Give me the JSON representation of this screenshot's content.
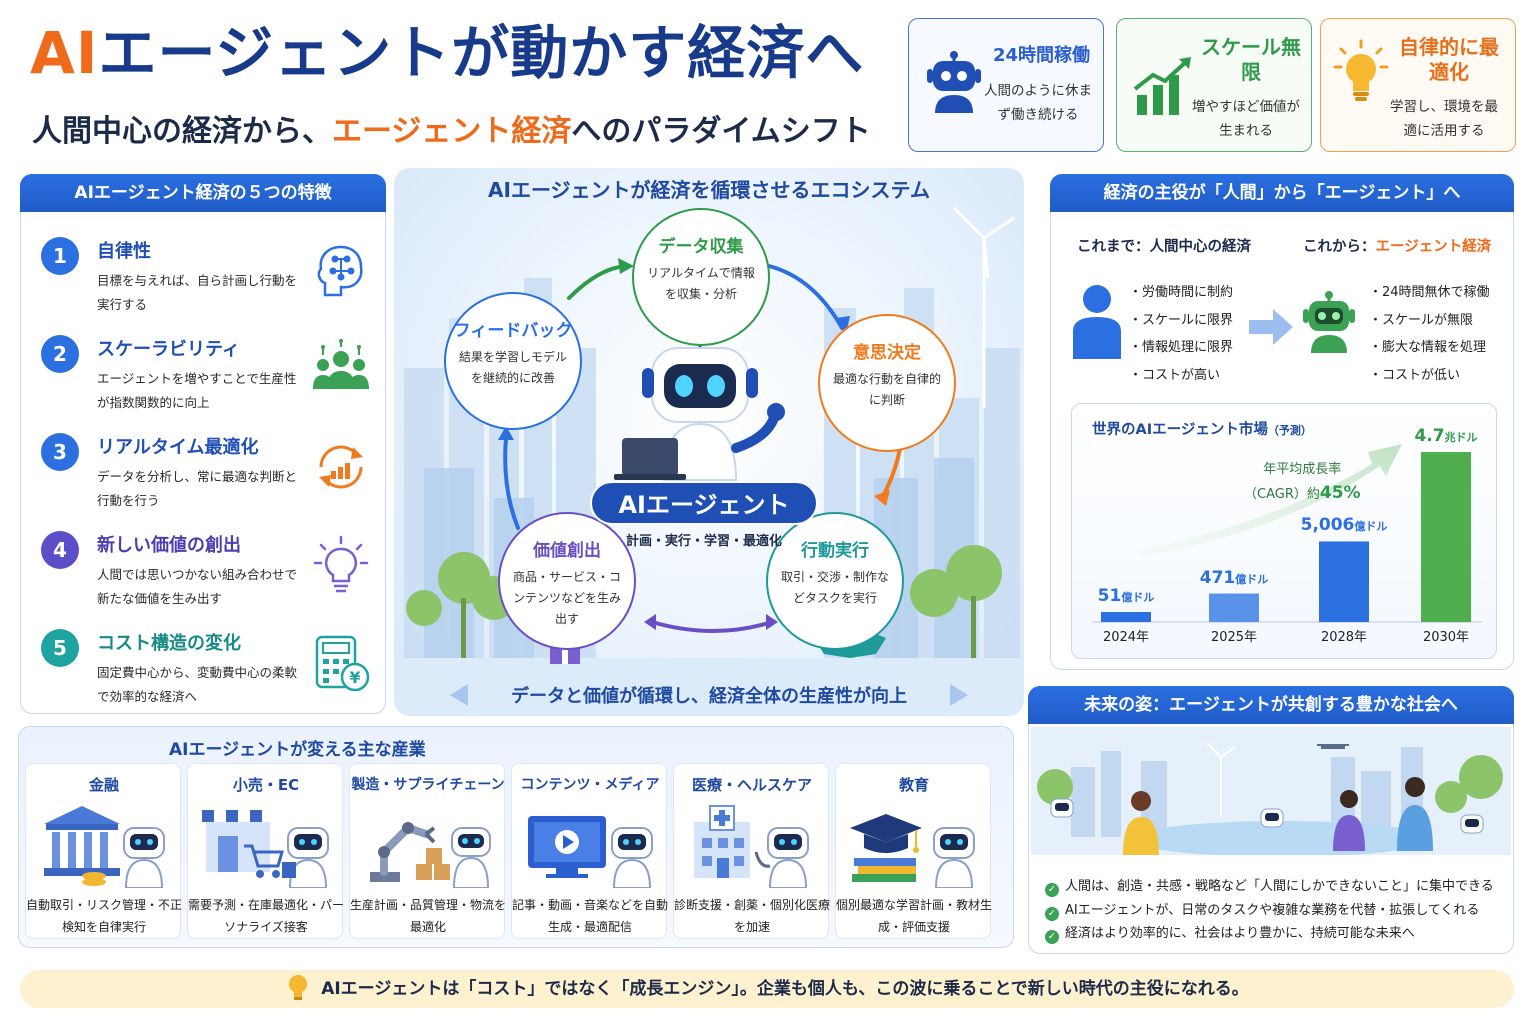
{
  "header": {
    "title_ai": "AI",
    "title_rest": "エージェントが動かす経済へ",
    "subtitle_pre": "人間中心の経済から、",
    "subtitle_hl": "エージェント経済",
    "subtitle_post": "へのパラダイムシフト"
  },
  "feature_cards": [
    {
      "title": "24時間稼働",
      "desc": "人間のように休まず働き続ける",
      "icon": "robot-icon"
    },
    {
      "title": "スケール無限",
      "desc": "増やすほど価値が生まれる",
      "icon": "growth-chart-icon"
    },
    {
      "title": "自律的に最適化",
      "desc": "学習し、環境を最適に活用する",
      "icon": "lightbulb-icon"
    }
  ],
  "traits_panel": {
    "title": "AIエージェント経済の５つの特徴",
    "items": [
      {
        "num": "1",
        "name": "自律性",
        "desc": "目標を与えれば、自ら計画し行動を実行する",
        "color": "#2b6fe0",
        "icon": "brain-circuit-icon"
      },
      {
        "num": "2",
        "name": "スケーラビリティ",
        "desc": "エージェントを増やすことで生産性が指数関数的に向上",
        "color": "#2b6fe0",
        "icon": "people-group-icon"
      },
      {
        "num": "3",
        "name": "リアルタイム最適化",
        "desc": "データを分析し、常に最適な判断と行動を行う",
        "color": "#2b6fe0",
        "icon": "cycle-chart-icon"
      },
      {
        "num": "4",
        "name": "新しい価値の創出",
        "desc": "人間では思いつかない組み合わせで新たな価値を生み出す",
        "color": "#5a4fc9",
        "icon": "idea-bulb-icon"
      },
      {
        "num": "5",
        "name": "コスト構造の変化",
        "desc": "固定費中心から、変動費中心の柔軟で効率的な経済へ",
        "color": "#1fa3a0",
        "icon": "calculator-yen-icon"
      }
    ]
  },
  "ecosystem": {
    "title": "AIエージェントが経済を循環させるエコシステム",
    "center": "AIエージェント",
    "center_sub": "計画・実行・学習・最適化",
    "nodes": [
      {
        "title": "データ収集",
        "desc": "リアルタイムで情報を収集・分析",
        "color": "#2f9b4a"
      },
      {
        "title": "意思決定",
        "desc": "最適な行動を自律的に判断",
        "color": "#f07a1c"
      },
      {
        "title": "行動実行",
        "desc": "取引・交渉・制作などタスクを実行",
        "color": "#1f9a9a"
      },
      {
        "title": "価値創出",
        "desc": "商品・サービス・コンテンツなどを生み出す",
        "color": "#6a4fc4"
      },
      {
        "title": "フィードバック",
        "desc": "結果を学習しモデルを継続的に改善",
        "color": "#2b6fe0"
      }
    ],
    "bottom": "データと価値が循環し、経済全体の生産性が向上"
  },
  "shift_panel": {
    "title": "経済の主役が「人間」から「エージェント」へ",
    "before_label": "これまで：人間中心の経済",
    "after_label_pre": "これから：",
    "after_label_hl": "エージェント経済",
    "before_items": [
      "・労働時間に制約",
      "・スケールに限界",
      "・情報処理に限界",
      "・コストが高い"
    ],
    "after_items": [
      "・24時間無休で稼働",
      "・スケールが無限",
      "・膨大な情報を処理",
      "・コストが低い"
    ]
  },
  "chart_data": {
    "type": "bar",
    "title": "世界のAIエージェント市場",
    "title_note": "（予測）",
    "categories": [
      "2024年",
      "2025年",
      "2028年",
      "2030年"
    ],
    "values": [
      51,
      471,
      5006,
      47000
    ],
    "value_labels": [
      {
        "num": "51",
        "unit": "億ドル"
      },
      {
        "num": "471",
        "unit": "億ドル"
      },
      {
        "num": "5,006",
        "unit": "億ドル"
      },
      {
        "num": "4.7",
        "unit": "兆ドル"
      }
    ],
    "value_unit": "億ドル",
    "colors": [
      "#2b6fe0",
      "#5a92ea",
      "#2b6fe0",
      "#4fae4e"
    ],
    "annotation_line1": "年平均成長率",
    "annotation_line2": "（CAGR）約",
    "annotation_value": "45%"
  },
  "future_panel": {
    "title": "未来の姿：エージェントが共創する豊かな社会へ",
    "items": [
      "人間は、創造・共感・戦略など「人間にしかできないこと」に集中できる",
      "AIエージェントが、日常のタスクや複雑な業務を代替・拡張してくれる",
      "経済はより効率的に、社会はより豊かに、持続可能な未来へ"
    ]
  },
  "industries": {
    "title": "AIエージェントが変える主な産業",
    "items": [
      {
        "name": "金融",
        "desc": "自動取引・リスク管理・不正検知を自律実行",
        "icon": "bank-icon"
      },
      {
        "name": "小売・EC",
        "desc": "需要予測・在庫最適化・パーソナライズ接客",
        "icon": "store-cart-icon"
      },
      {
        "name": "製造・サプライチェーン",
        "desc": "生産計画・品質管理・物流を最適化",
        "icon": "robot-arm-icon"
      },
      {
        "name": "コンテンツ・メディア",
        "desc": "記事・動画・音楽などを自動生成・最適配信",
        "icon": "video-screen-icon"
      },
      {
        "name": "医療・ヘルスケア",
        "desc": "診断支援・創薬・個別化医療を加速",
        "icon": "hospital-icon"
      },
      {
        "name": "教育",
        "desc": "個別最適な学習計画・教材生成・評価支援",
        "icon": "graduation-cap-icon"
      }
    ]
  },
  "footer": {
    "text": "AIエージェントは「コスト」ではなく「成長エンジン」。企業も個人も、この波に乗ることで新しい時代の主役になれる。",
    "icon": "lightbulb-icon"
  }
}
